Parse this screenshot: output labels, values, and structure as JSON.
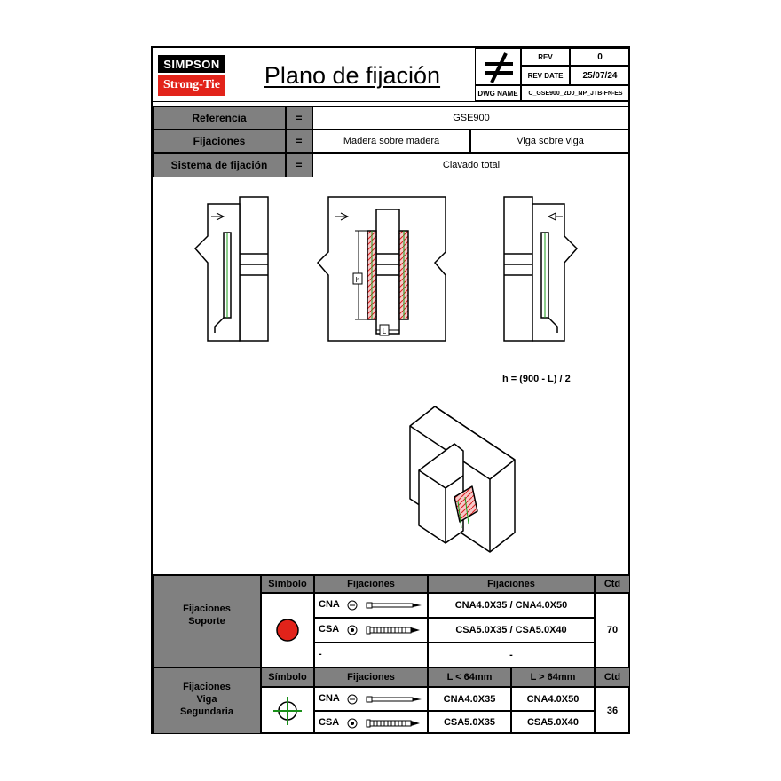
{
  "header": {
    "logo_top": "SIMPSON",
    "logo_bottom": "Strong-Tie",
    "title": "Plano de fijación",
    "rev_label": "REV",
    "rev_value": "0",
    "rev_date_label": "REV DATE",
    "rev_date_value": "25/07/24",
    "dwg_label": "DWG NAME",
    "dwg_value": "C_GSE900_2D0_NP_JTB-FN-ES"
  },
  "info": {
    "rows": [
      {
        "label": "Referencia",
        "eq": "=",
        "value": "GSE900"
      },
      {
        "label": "Fijaciones",
        "eq": "=",
        "value_a": "Madera sobre madera",
        "value_b": "Viga sobre viga"
      },
      {
        "label": "Sistema de fijación",
        "eq": "=",
        "value": "Clavado total"
      }
    ]
  },
  "drawing": {
    "formula": "h = (900 - L) / 2",
    "dim_h": "h",
    "dim_l": "L"
  },
  "table1": {
    "row_label_1": "Fijaciones",
    "row_label_2": "Soporte",
    "col_symbol": "Símbolo",
    "col_fix_a": "Fijaciones",
    "col_fix_b": "Fijaciones",
    "col_qty": "Ctd",
    "rows": [
      {
        "code": "CNA",
        "spec": "CNA4.0X35 / CNA4.0X50"
      },
      {
        "code": "CSA",
        "spec": "CSA5.0X35 / CSA5.0X40"
      },
      {
        "code": "-",
        "spec": "-"
      }
    ],
    "qty": "70",
    "symbol_color": "#e2231a"
  },
  "table2": {
    "row_label_1": "Fijaciones",
    "row_label_2": "Viga",
    "row_label_3": "Segundaria",
    "col_symbol": "Símbolo",
    "col_fix": "Fijaciones",
    "col_l1": "L < 64mm",
    "col_l2": "L > 64mm",
    "col_qty": "Ctd",
    "rows": [
      {
        "code": "CNA",
        "l1": "CNA4.0X35",
        "l2": "CNA4.0X50"
      },
      {
        "code": "CSA",
        "l1": "CSA5.0X35",
        "l2": "CSA5.0X40"
      }
    ],
    "qty": "36",
    "symbol_color": "#1a8f1a"
  }
}
